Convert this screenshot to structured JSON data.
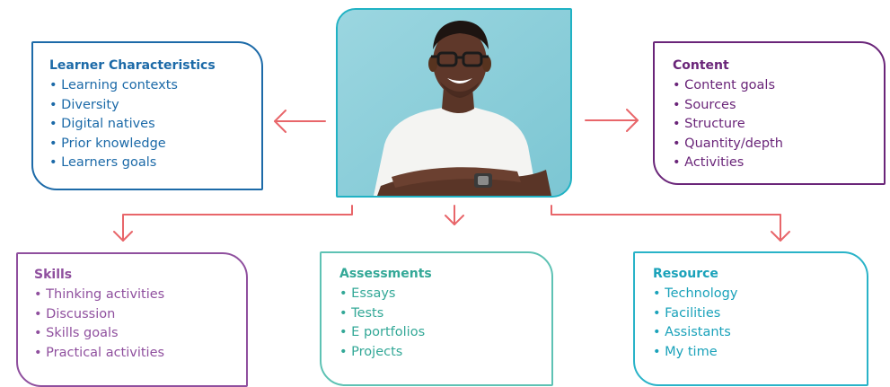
{
  "learner_characteristics": {
    "title": "Learner Characteristics",
    "items": [
      "Learning contexts",
      "Diversity",
      "Digital natives",
      "Prior knowledge",
      "Learners goals"
    ],
    "color": "#1c6aa8"
  },
  "content": {
    "title": "Content",
    "items": [
      "Content goals",
      "Sources",
      "Structure",
      "Quantity/depth",
      "Activities"
    ],
    "color": "#6a2579"
  },
  "skills": {
    "title": "Skills",
    "items": [
      "Thinking activities",
      "Discussion",
      "Skills goals",
      "Practical activities"
    ],
    "color": "#8f4f9e"
  },
  "assessments": {
    "title": "Assessments",
    "items": [
      "Essays",
      "Tests",
      "E portfolios",
      "Projects"
    ],
    "color": "#33a897"
  },
  "resource": {
    "title": "Resource",
    "items": [
      "Technology",
      "Facilities",
      "Assistants",
      "My time"
    ],
    "color": "#1aa2ba"
  },
  "arrow_color": "#e8666a",
  "photo_border_color": "#20b2c4"
}
